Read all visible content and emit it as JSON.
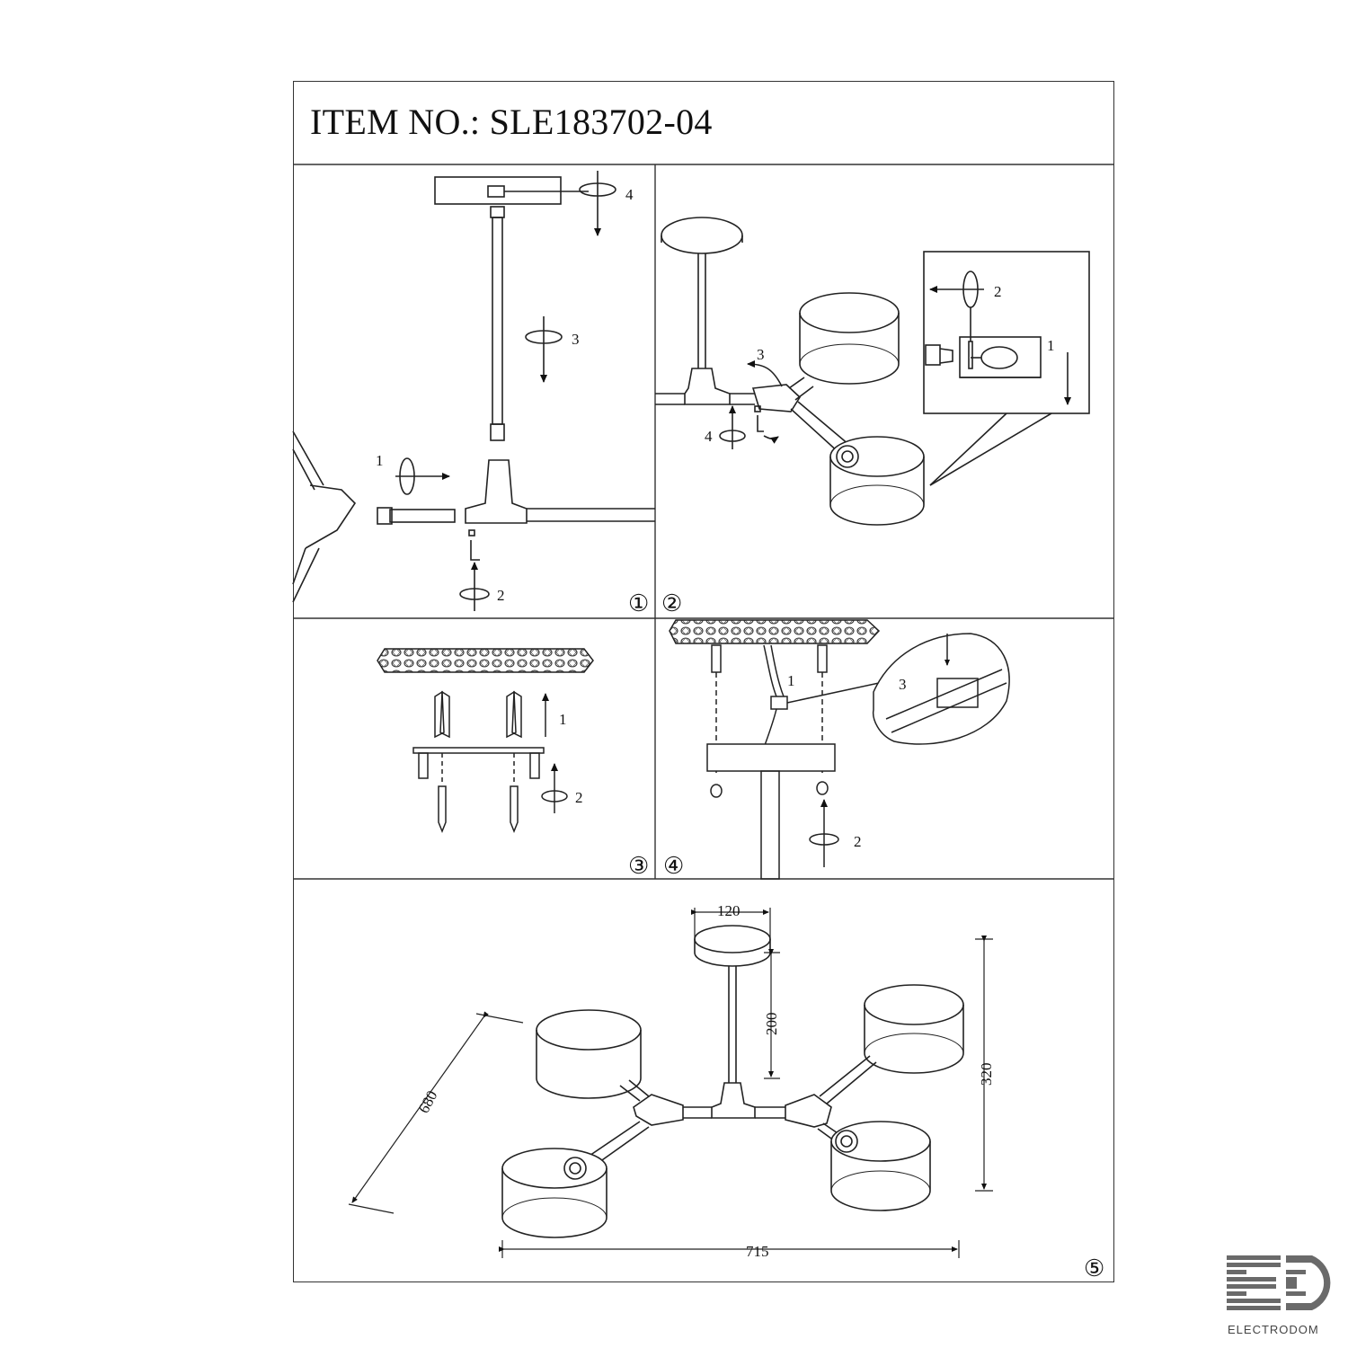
{
  "document": {
    "title": "ITEM NO.: SLE183702-04"
  },
  "steps": [
    {
      "number": "①",
      "labels": [
        "1",
        "2",
        "3",
        "4"
      ]
    },
    {
      "number": "②",
      "labels": [
        "1",
        "2",
        "3",
        "4"
      ]
    },
    {
      "number": "③",
      "labels": [
        "1",
        "2"
      ]
    },
    {
      "number": "④",
      "labels": [
        "1",
        "2",
        "3"
      ]
    },
    {
      "number": "⑤",
      "labels": []
    }
  ],
  "dimensions": {
    "canopy_diameter": "120",
    "rod_length": "200",
    "total_height": "320",
    "total_width": "715",
    "depth": "680"
  },
  "brand": {
    "name": "ELECTRODOM"
  }
}
